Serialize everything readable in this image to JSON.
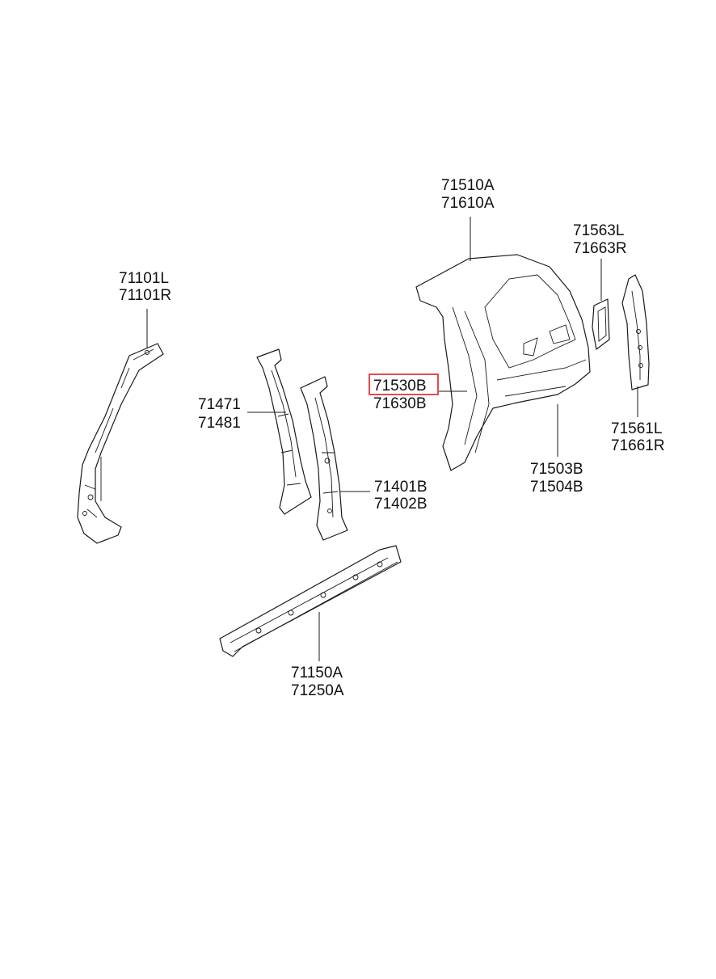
{
  "diagram": {
    "highlight_color": "#e11d2a",
    "callouts": [
      {
        "id": "front-pillar",
        "lines": [
          "71101L",
          "71101R"
        ]
      },
      {
        "id": "center-pillar-inner",
        "lines": [
          "71471",
          "71481"
        ]
      },
      {
        "id": "center-pillar-outer",
        "lines": [
          "71401B",
          "71402B"
        ]
      },
      {
        "id": "quarter-outer-upper",
        "lines": [
          "71510A",
          "71610A"
        ]
      },
      {
        "id": "quarter-inner-highlighted",
        "lines": [
          "71530B",
          "71630B"
        ],
        "highlighted_line": "71530B"
      },
      {
        "id": "quarter-extension",
        "lines": [
          "71563L",
          "71663R"
        ]
      },
      {
        "id": "rear-pillar-reinforcement",
        "lines": [
          "71561L",
          "71661R"
        ]
      },
      {
        "id": "quarter-lower",
        "lines": [
          "71503B",
          "71504B"
        ]
      },
      {
        "id": "side-sill",
        "lines": [
          "71150A",
          "71250A"
        ]
      }
    ]
  }
}
